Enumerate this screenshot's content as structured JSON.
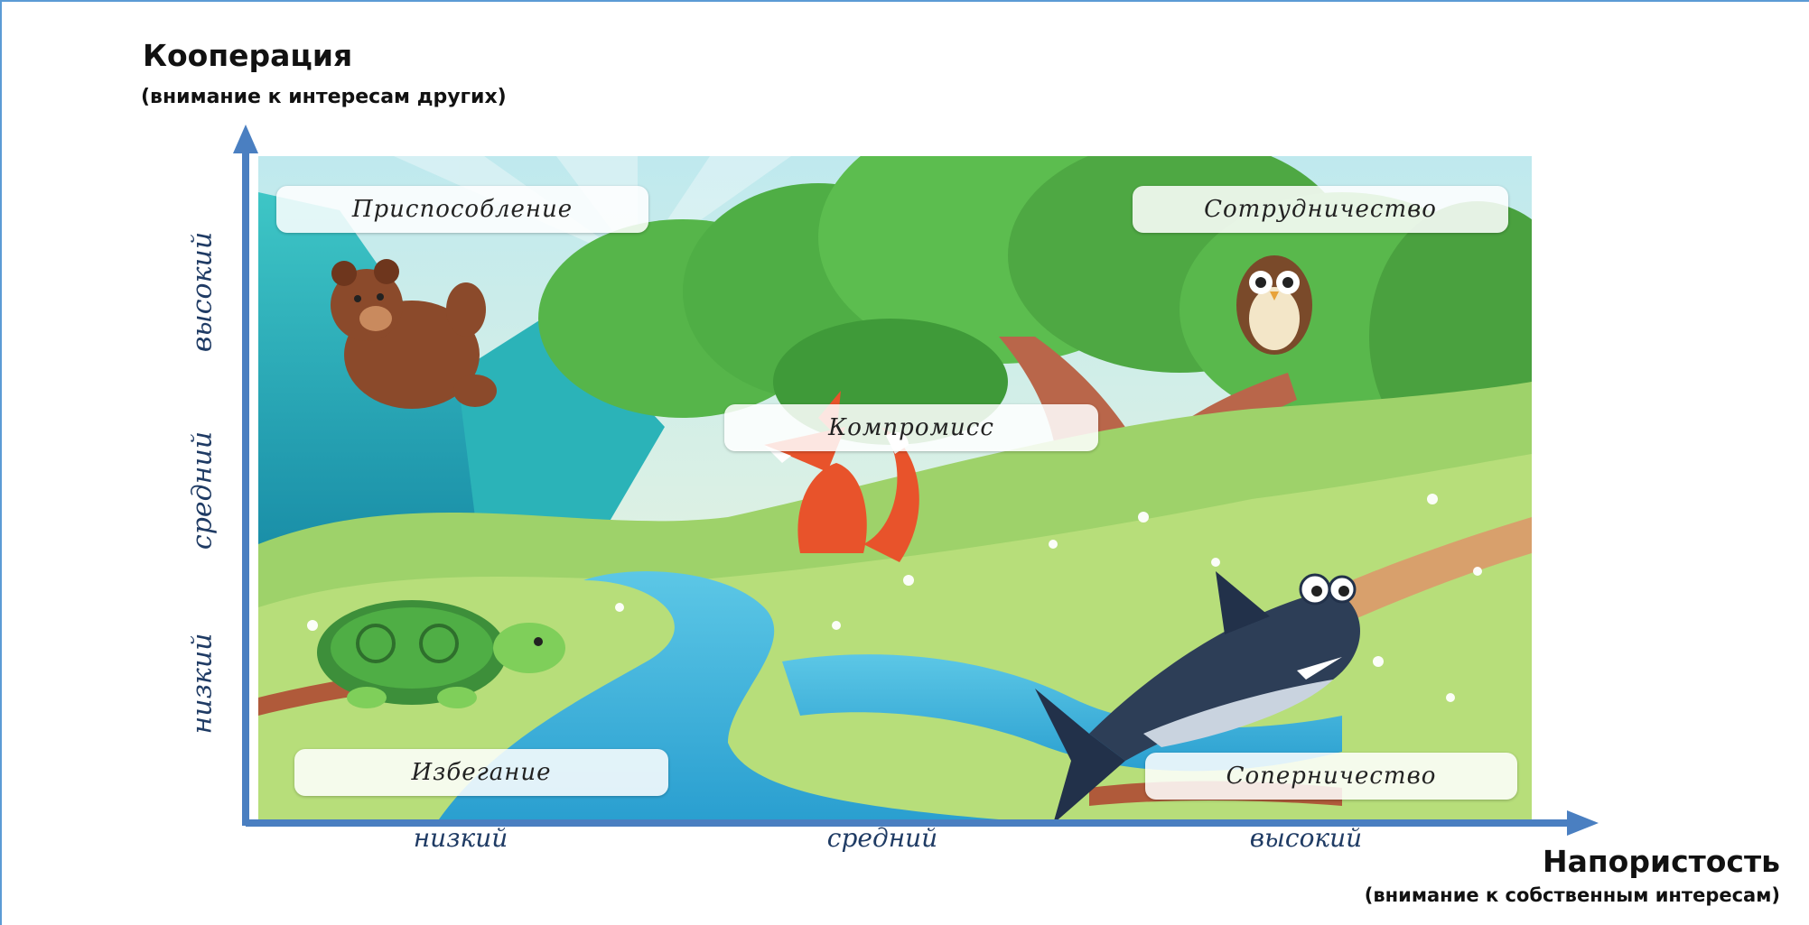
{
  "y_axis": {
    "title": "Кооперация",
    "subtitle": "(внимание к интересам других)",
    "ticks": [
      "низкий",
      "средний",
      "высокий"
    ]
  },
  "x_axis": {
    "title": "Напористость",
    "subtitle": "(внимание к собственным интересам)",
    "ticks": [
      "низкий",
      "средний",
      "высокий"
    ]
  },
  "zones": {
    "top_left": "Приспособление",
    "top_right": "Сотрудничество",
    "center": "Компромисс",
    "bottom_left": "Избегание",
    "bottom_right": "Соперничество"
  },
  "colors": {
    "axis": "#4a7fc1",
    "tick_text": "#1f3b64"
  }
}
